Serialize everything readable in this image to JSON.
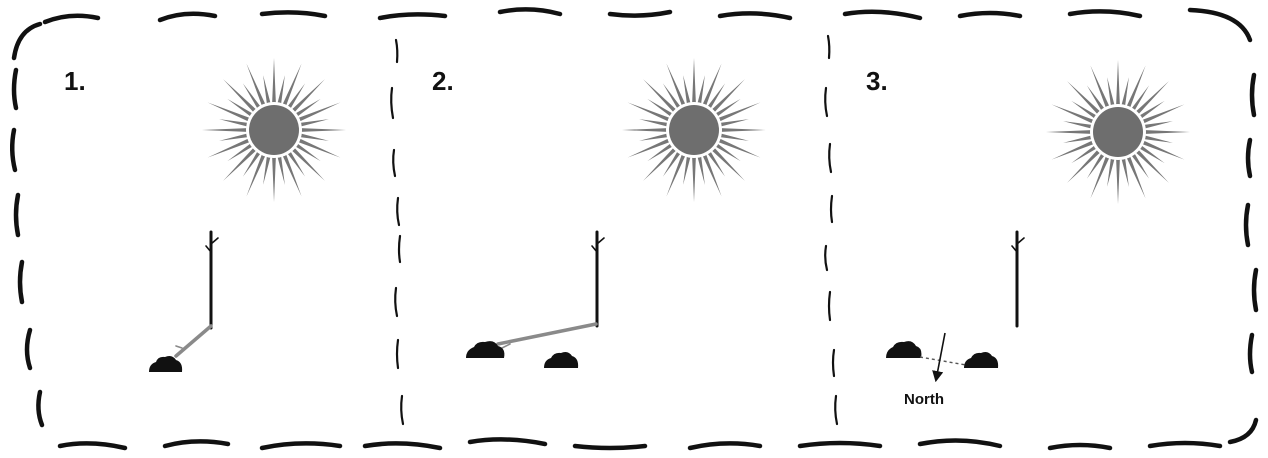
{
  "colors": {
    "ink": "#111111",
    "sun_rays": "#777777",
    "sun_disc": "#6e6e6e",
    "shadow": "#8a8a8a"
  },
  "panels": [
    {
      "number": "1.",
      "icons": [
        "sun-icon",
        "stick-icon",
        "stone-icon"
      ]
    },
    {
      "number": "2.",
      "icons": [
        "sun-icon",
        "stick-icon",
        "stone-icon",
        "stone-icon"
      ]
    },
    {
      "number": "3.",
      "icons": [
        "sun-icon",
        "stick-icon",
        "stone-icon",
        "stone-icon",
        "arrow-icon"
      ]
    }
  ],
  "north_label": "North"
}
